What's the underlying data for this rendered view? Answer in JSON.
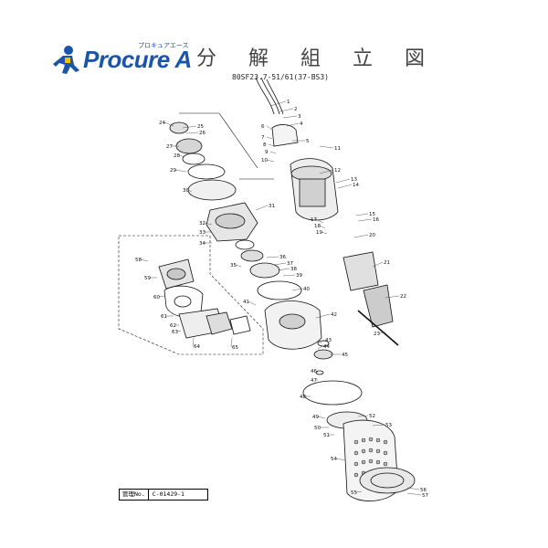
{
  "header": {
    "logo_text": "Procure A",
    "logo_ruby": "プロキュアエース",
    "title": "分 解 組 立 図",
    "model": "80SF23.7-51/61(37-BS3)"
  },
  "footer": {
    "mgmt_label": "管理No.",
    "mgmt_value": "C-01429-1"
  },
  "part_numbers": [
    "1",
    "2",
    "3",
    "4",
    "5",
    "6",
    "7",
    "8",
    "9",
    "10",
    "11",
    "12",
    "13",
    "14",
    "15",
    "16",
    "17",
    "18",
    "19",
    "20",
    "21",
    "22",
    "23",
    "24",
    "25",
    "26",
    "27",
    "28",
    "29",
    "30",
    "31",
    "32",
    "33",
    "34",
    "35",
    "36",
    "37",
    "38",
    "39",
    "40",
    "41",
    "42",
    "43",
    "44",
    "45",
    "46",
    "47",
    "48",
    "49",
    "50",
    "51",
    "52",
    "53",
    "54",
    "55",
    "56",
    "57",
    "58",
    "59",
    "60",
    "61",
    "62",
    "63",
    "64",
    "65"
  ]
}
